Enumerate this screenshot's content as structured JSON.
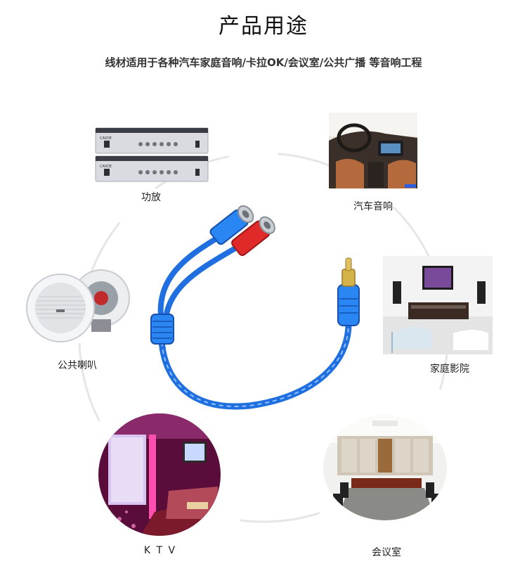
{
  "header": {
    "title": "产品用途",
    "subtitle": "线材适用于各种汽车家庭音响/卡拉OK/会议室/公共广播 等音响工程"
  },
  "applications": {
    "amplifier": {
      "label": "功放",
      "brand": "CAVDE"
    },
    "car_audio": {
      "label": "汽车音响"
    },
    "public_speaker": {
      "label": "公共喇叭"
    },
    "home_theater": {
      "label": "家庭影院"
    },
    "ktv": {
      "label": "K T V"
    },
    "meeting_room": {
      "label": "会议室"
    }
  },
  "colors": {
    "cable_blue": "#1f6fe0",
    "plug_red": "#e02a2a",
    "ring_gray": "#e6e6e6"
  },
  "icons": [
    "amplifier-image",
    "car-interior-image",
    "ceiling-speaker-image",
    "home-theater-image",
    "ktv-room-image",
    "meeting-room-image",
    "rca-y-cable-image"
  ]
}
